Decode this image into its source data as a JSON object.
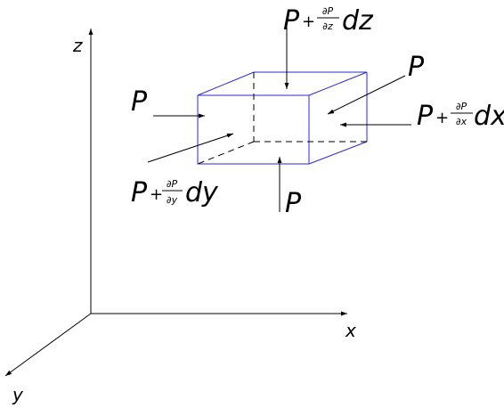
{
  "axes": {
    "z_label": "z",
    "x_label": "x",
    "y_label": "y"
  },
  "forces": {
    "top": {
      "P": "P",
      "plus": "+",
      "num": "∂P",
      "den": "∂z",
      "d": "dz"
    },
    "right": {
      "P": "P",
      "plus": "+",
      "num": "∂P",
      "den": "∂x",
      "d": "dx"
    },
    "front": {
      "P": "P",
      "plus": "+",
      "num": "∂P",
      "den": "∂y",
      "d": "dy"
    },
    "left_label": "P",
    "back_label": "P",
    "bottom_label": "P"
  },
  "colors": {
    "cube": "#2a2ad6",
    "ink": "#000000"
  }
}
